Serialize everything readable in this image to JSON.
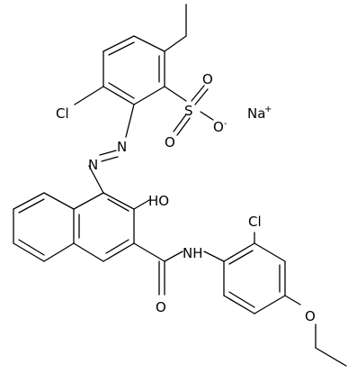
{
  "molecule": {
    "atoms": {
      "cl_top": "Cl",
      "sulfur": "S",
      "o_sulfonyl_1": "O",
      "o_sulfonyl_2": "O",
      "o_anion": "O",
      "anion_charge": "-",
      "sodium": "Na",
      "sodium_charge": "+",
      "n_azo_1": "N",
      "n_azo_2": "N",
      "hydroxyl": "HO",
      "amide_nh": "NH",
      "amide_o": "O",
      "cl_lower": "Cl",
      "ether_o": "O"
    }
  }
}
